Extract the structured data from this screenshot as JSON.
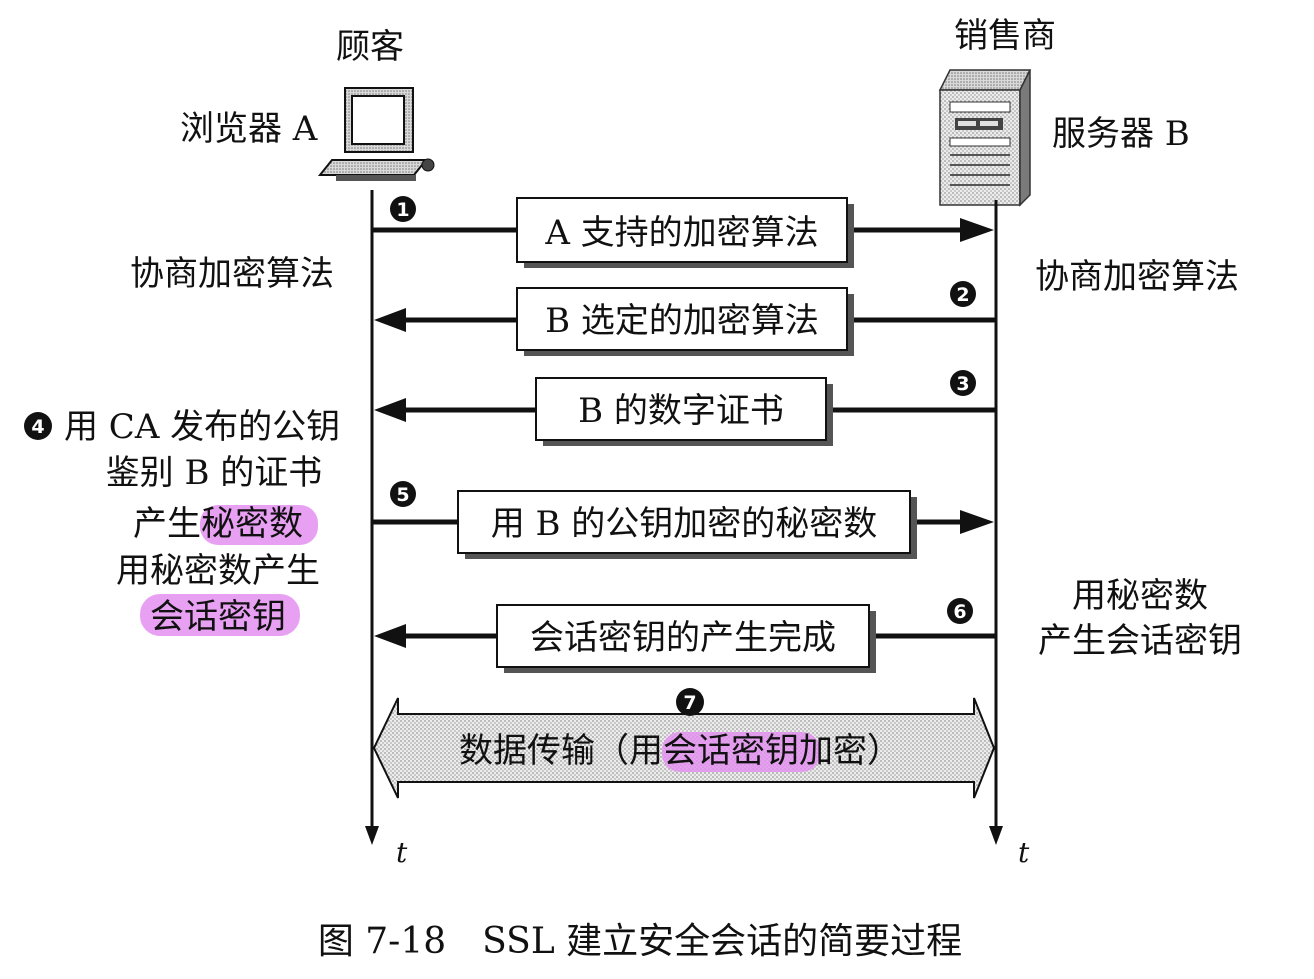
{
  "client": {
    "role": "顾客",
    "device": "浏览器 A",
    "device_icon": "computer-icon"
  },
  "server": {
    "role": "销售商",
    "device": "服务器 B",
    "device_icon": "server-icon"
  },
  "time_label": "t",
  "steps": [
    {
      "num": "1",
      "message": "A 支持的加密算法",
      "direction": "to-server"
    },
    {
      "num": "2",
      "message": "B 选定的加密算法",
      "direction": "to-client"
    },
    {
      "num": "3",
      "message": "B 的数字证书",
      "direction": "to-client"
    },
    {
      "num": "5",
      "message": "用 B 的公钥加密的秘密数",
      "direction": "to-server"
    },
    {
      "num": "6",
      "message": "会话密钥的产生完成",
      "direction": "to-client"
    },
    {
      "num": "7",
      "message": "数据传输（用会话密钥加密）",
      "direction": "both"
    }
  ],
  "left_notes": {
    "negotiate": "协商加密算法",
    "step4_num": "4",
    "step4_line1": "用 CA 发布的公钥",
    "step4_line2": "鉴别 B 的证书",
    "gen_secret": "产生秘密数",
    "use_secret": "用秘密数产生",
    "session_key": "会话密钥"
  },
  "right_notes": {
    "negotiate": "协商加密算法",
    "use_secret": "用秘密数",
    "gen_session_key": "产生会话密钥"
  },
  "caption": "图 7-18　SSL 建立安全会话的简要过程",
  "colors": {
    "highlight": "#e48ff0",
    "ink": "#111111",
    "shade": "#cfcfcf"
  }
}
